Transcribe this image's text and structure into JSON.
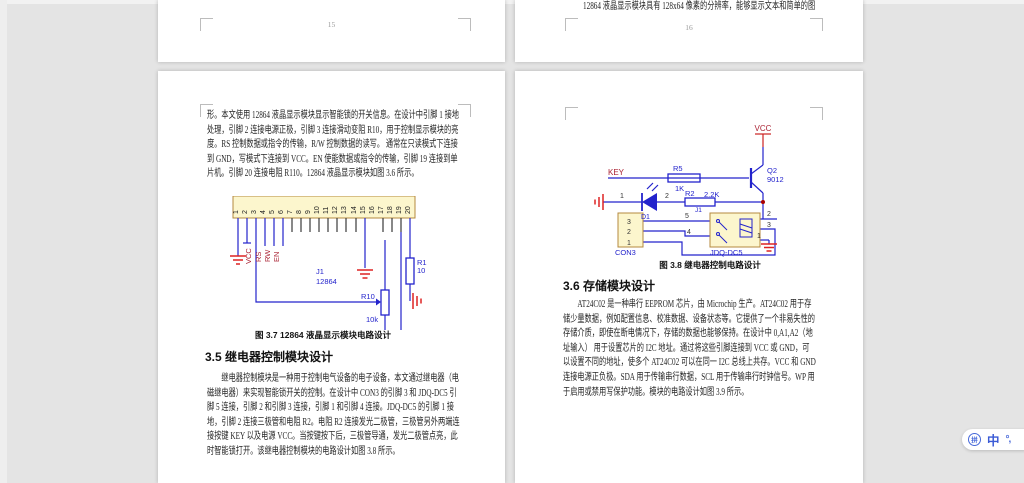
{
  "top_left_page": {
    "page_number": "15"
  },
  "top_right_page": {
    "overflow_line": "12864 液晶显示模块具有 128x64 像素的分辨率，能够显示文本和简单的图",
    "page_number": "16"
  },
  "left_page": {
    "para1_lines": [
      "形。本文使用 12864 液晶显示模块显示智能锁的开关信息。在设计中引脚 1 接地",
      "处理，引脚 2 连接电源正极，引脚 3 连接滑动变阻 R10，用于控制显示模块的亮",
      "度。RS 控制数据或指令的传输，R/W 控制数据的读写。 通常在只读模式下连接",
      "到 GND，写模式下连接到 VCC。EN 使能数据或指令的传输，引脚 19 连接到单",
      "片机。引脚 20 连接电阻 R110。12864 液晶显示模块如图 3.6 所示。"
    ],
    "figure": {
      "pins": [
        "1",
        "2",
        "3",
        "4",
        "5",
        "6",
        "7",
        "8",
        "9",
        "10",
        "11",
        "12",
        "13",
        "14",
        "15",
        "16",
        "17",
        "18",
        "19",
        "20"
      ],
      "labels": {
        "vcc": "VCC",
        "rs": "RS",
        "rw": "RW",
        "en": "EN",
        "ref": "J1",
        "part": "12864",
        "r10": "R10",
        "r10_val": "10k",
        "r1": "R1",
        "r1_val": "10"
      }
    },
    "figure_caption": "图 3.7 12864 液晶显示模块电路设计",
    "section_heading": "3.5 继电器控制模块设计",
    "para2_lines": [
      "继电器控制模块是一种用于控制电气设备的电子设备，本文通过继电器（电",
      "磁继电器）来实现智能锁开关的控制。在设计中 CON3 的引脚 3 和 JDQ-DC5 引",
      "脚 5 连接，引脚 2 和引脚 3 连接，引脚 1 和引脚 4 连接。JDQ-DC5 的引脚 1 接",
      "地，引脚 2 连接三极管和电阻 R2。电阻 R2 连接发光二极管，三极管另外两端连",
      "接按键 KEY 以及电源 VCC。当按键按下后，三极管导通，发光二极管点亮，此",
      "时智能锁打开。该继电器控制模块的电路设计如图 3.8 所示。"
    ]
  },
  "right_page": {
    "figure": {
      "vcc": "VCC",
      "key": "KEY",
      "r5": "R5",
      "r5_val": "1K",
      "q2": "Q2",
      "q2_part": "9012",
      "r2": "R2",
      "r2_val": "2.2K",
      "jref": "J1",
      "d1": "D1",
      "con3": "CON3",
      "relay": "JDQ-DC5",
      "n1": "1",
      "n2": "2",
      "c3": "3",
      "c2": "2",
      "c1": "1",
      "p5": "5",
      "p4": "4",
      "rp2": "2",
      "rp3": "3",
      "rp1": "1"
    },
    "figure_caption": "图 3.8 继电器控制电路设计",
    "section_heading": "3.6 存储模块设计",
    "para_lines": [
      "AT24C02 是一种串行 EEPROM 芯片，由 Microchip 生产。AT24C02 用于存",
      "储少量数据，例如配置信息、校准数据、设备状态等。它提供了一个非易失性的",
      "存储介质，即使在断电情况下，存储的数据也能够保持。在设计中 0,A1,A2（地",
      "址输入） 用于设置芯片的 I2C 地址。通过将这些引脚连接到 VCC 或 GND，可",
      "以设置不同的地址，使多个 AT24C02 可以在同一 I2C 总线上共存。VCC 和 GND",
      "连接电源正负极。SDA 用于传输串行数据，SCL 用于传输串行时钟信号。WP 用",
      "于启用或禁用写保护功能。模块的电路设计如图 3.9 所示。"
    ]
  },
  "ime": {
    "logo_text": "拼",
    "mode": "中",
    "punct": "°,"
  }
}
